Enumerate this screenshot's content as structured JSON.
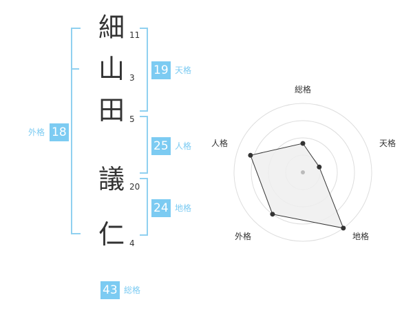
{
  "name": {
    "characters": [
      {
        "char": "細",
        "strokes": "11"
      },
      {
        "char": "山",
        "strokes": "3"
      },
      {
        "char": "田",
        "strokes": "5"
      },
      {
        "char": "議",
        "strokes": "20"
      },
      {
        "char": "仁",
        "strokes": "4"
      }
    ]
  },
  "fortune": {
    "tenkaku": {
      "value": "19",
      "label": "天格"
    },
    "jinkaku": {
      "value": "25",
      "label": "人格"
    },
    "chikaku": {
      "value": "24",
      "label": "地格"
    },
    "gaikaku": {
      "value": "18",
      "label": "外格"
    },
    "soukaku": {
      "value": "43",
      "label": "総格"
    }
  },
  "colors": {
    "accent": "#7ccbf2",
    "bracket": "#8fd0f0",
    "text": "#333333",
    "radar_fill": "#eeeeee",
    "radar_ring": "#dddddd"
  },
  "chart_data": {
    "type": "radar",
    "axes": [
      "総格",
      "天格",
      "地格",
      "外格",
      "人格"
    ],
    "values": [
      0.42,
      0.25,
      1.0,
      0.75,
      0.8
    ],
    "range": [
      0,
      1
    ],
    "rings": 4
  }
}
